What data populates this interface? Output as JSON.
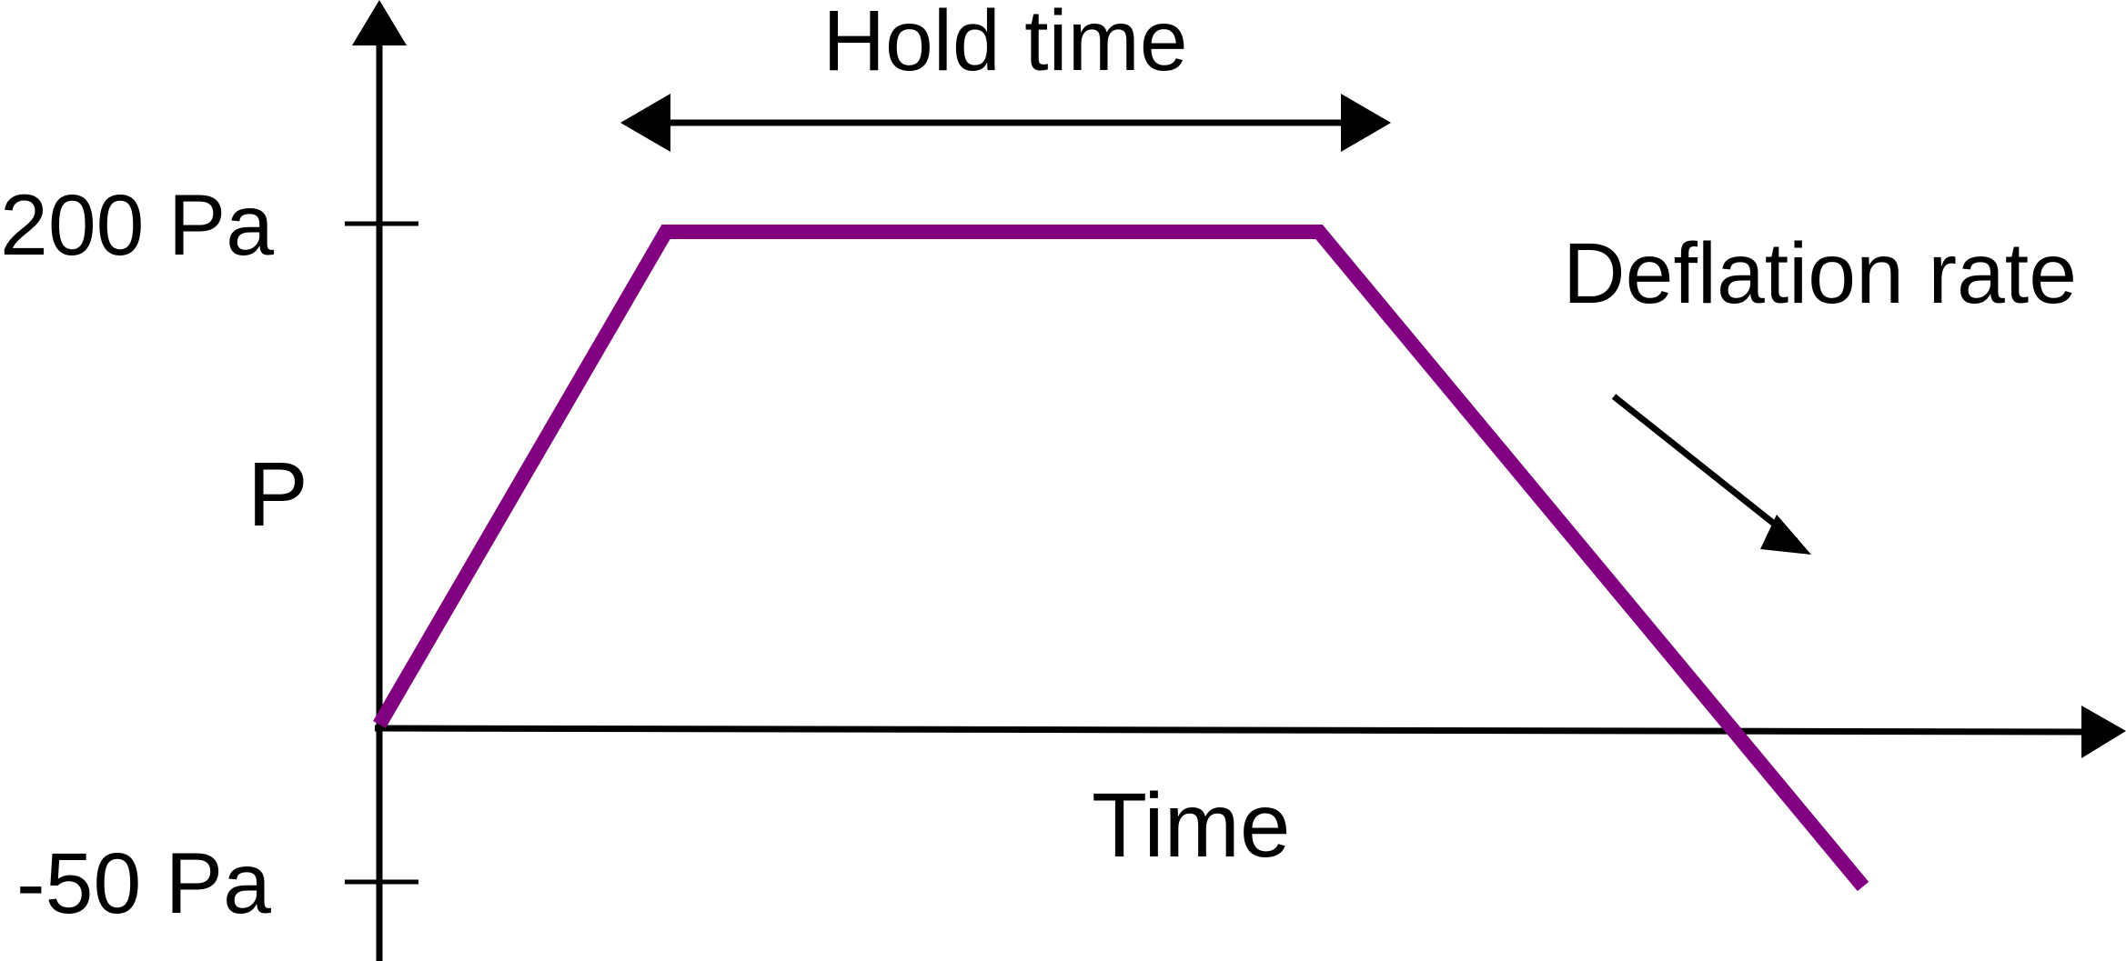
{
  "diagram": {
    "y_axis_label": "P",
    "x_axis_label": "Time",
    "y_tick_top_label": "200 Pa",
    "y_tick_bottom_label": "-50 Pa",
    "hold_time_label": "Hold time",
    "deflation_rate_label": "Deflation rate"
  },
  "colors": {
    "curve": "#800080",
    "axes": "#000000"
  }
}
